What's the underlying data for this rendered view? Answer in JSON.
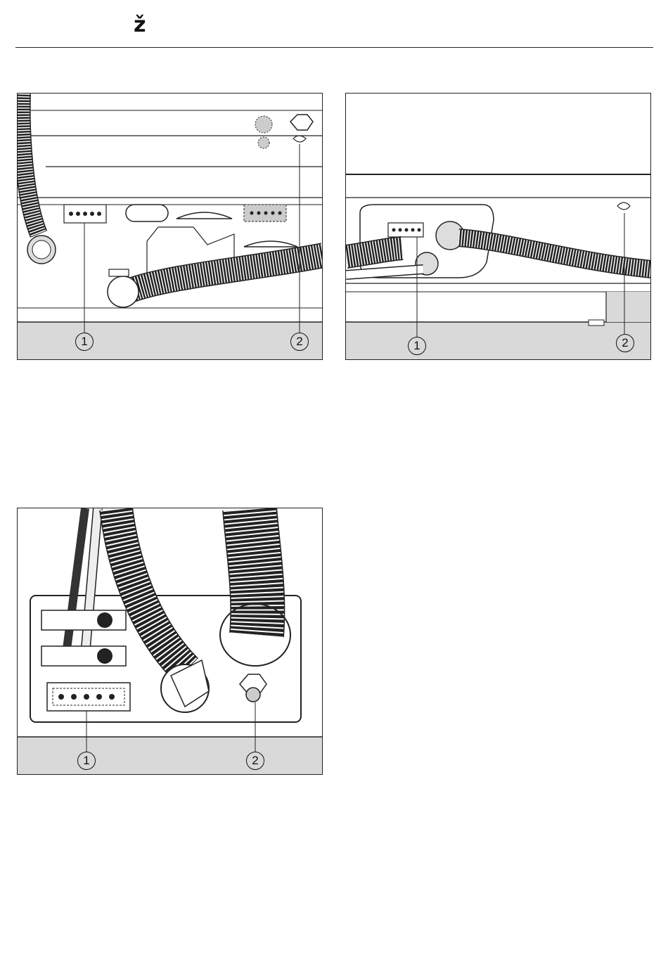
{
  "header": {
    "character": "ž"
  },
  "figures": [
    {
      "callouts": [
        "1",
        "2"
      ]
    },
    {
      "callouts": [
        "1",
        "2"
      ]
    },
    {
      "callouts": [
        "1",
        "2"
      ]
    }
  ]
}
